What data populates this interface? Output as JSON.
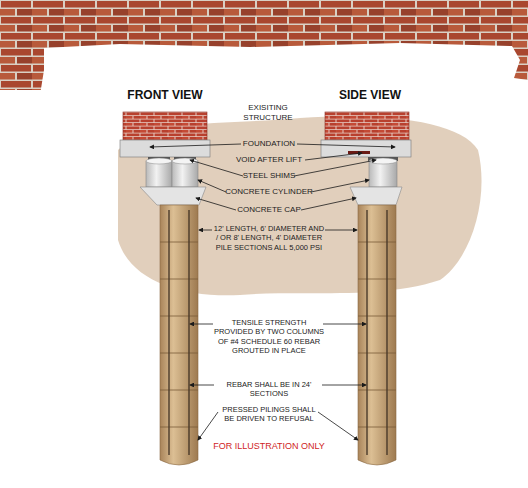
{
  "diagram": {
    "labels": [
      "FRONT VIEW",
      "SIDE VIEW",
      "EXISITING STRUCTURE",
      "FOUNDATION",
      "VOID AFTER LIFT",
      "STEEL SHIMS",
      "CONCRETE CYLINDER",
      "CONCRETE CAP",
      "12' LENGTH, 6' DIAMETER AND / OR 8' LENGTH, 4' DIAMETER PILE SECTIONS ALL 5,000 PSI",
      "TENSILE STRENGTH PROVIDED BY TWO COLUMNS OF #4 SCHEDULE 60 REBAR GROUTED IN PLACE",
      "REBAR SHALL BE IN 24' SECTIONS",
      "PRESSED PILINGS SHALL BE DRIVEN TO REFUSAL",
      "FOR ILLUSTRATION ONLY"
    ]
  }
}
